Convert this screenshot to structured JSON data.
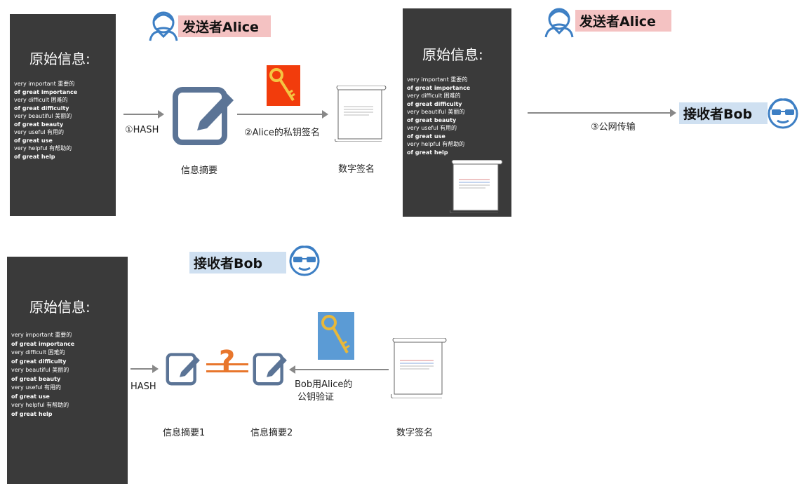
{
  "panel": {
    "title": "原始信息:",
    "lines": [
      "very important 重要的",
      "of great importance",
      "very difficult 困难的",
      "of great difficulty",
      "very beautiful 美丽的",
      "of great beauty",
      "very useful 有用的",
      "of great use",
      "very helpful 有帮助的",
      "of great help"
    ]
  },
  "roles": {
    "sender": "发送者Alice",
    "receiver": "接收者Bob"
  },
  "top": {
    "step1": "①HASH",
    "digest": "信息摘要",
    "step2": "②Alice的私钥签名",
    "signature": "数字签名",
    "step3": "③公网传输"
  },
  "bottom": {
    "hash": "HASH",
    "digest1": "信息摘要1",
    "digest2": "信息摘要2",
    "verify_line1": "Bob用Alice的",
    "verify_line2": "公钥验证",
    "signature": "数字签名",
    "question": "?"
  },
  "colors": {
    "panel_bg": "#3a3a3a",
    "icon_blue": "#5b7496",
    "sender_highlight": "#f4c2c2",
    "receiver_highlight": "#cfe0f1",
    "private_key_bg": "#f23c0c",
    "public_key_bg": "#5b9bd5",
    "compare_orange": "#e8762c"
  }
}
